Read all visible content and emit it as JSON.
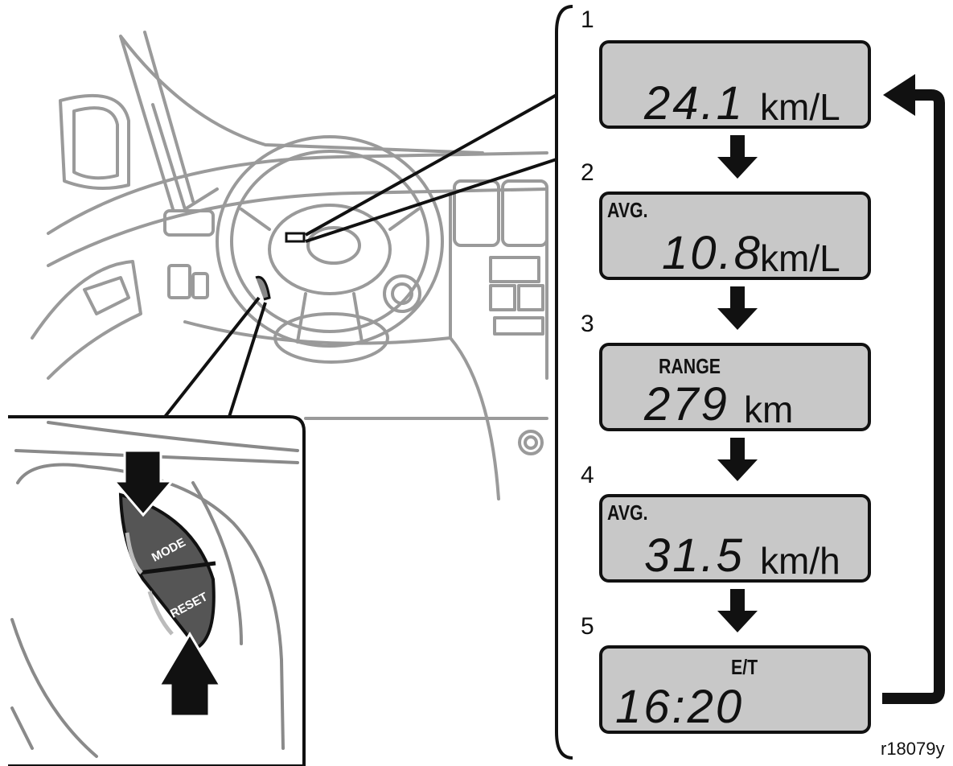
{
  "steps": [
    {
      "number": "1",
      "label": "",
      "value": "24.1",
      "unit": "km/L"
    },
    {
      "number": "2",
      "label": "AVG.",
      "value": "10.8",
      "unit": "km/L"
    },
    {
      "number": "3",
      "label": "RANGE",
      "value": "279",
      "unit": "km"
    },
    {
      "number": "4",
      "label": "AVG.",
      "value": "31.5",
      "unit": "km/h"
    },
    {
      "number": "5",
      "label": "E/T",
      "value": "16:20",
      "unit": ""
    }
  ],
  "switch": {
    "mode_label": "MODE",
    "reset_label": "RESET"
  },
  "figure_code": "r18079y"
}
